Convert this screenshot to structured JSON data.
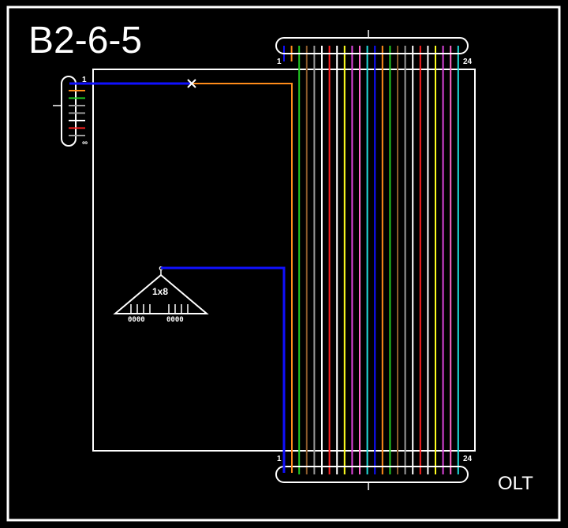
{
  "diagram": {
    "title": "B2-6-5",
    "olt_label": "OLT",
    "splitter": {
      "label": "1x8",
      "input_marker": "c",
      "ports_left": "0000",
      "ports_right": "0000"
    },
    "cable_top": {
      "first_label": "1",
      "last_label": "24"
    },
    "cable_bottom": {
      "first_label": "1",
      "last_label": "24"
    },
    "small_cable": {
      "first_label": "1",
      "last_label": "∞"
    },
    "fiber_colors": [
      "#1010ff",
      "#ff8c1a",
      "#22cc22",
      "#8b5a2b",
      "#9a9a9a",
      "#ffffff",
      "#ff2020",
      "#ffffff",
      "#ffff20",
      "#dd44dd",
      "#ff66cc",
      "#22dddd",
      "#1010ff",
      "#ff8c1a",
      "#22cc22",
      "#8b5a2b",
      "#9a9a9a",
      "#ffffff",
      "#ff2020",
      "#ffffff",
      "#ffff20",
      "#dd44dd",
      "#ff66cc",
      "#22dddd"
    ],
    "small_cable_colors": [
      "#ff8c1a",
      "#22cc22",
      "#9a9a9a",
      "#9a9a9a",
      "#ffffff",
      "#ff2020",
      "#9a9a9a"
    ],
    "colors": {
      "background": "#000000",
      "frame": "#ffffff",
      "link_blue": "#1010ff",
      "link_orange": "#ff8c1a"
    }
  }
}
